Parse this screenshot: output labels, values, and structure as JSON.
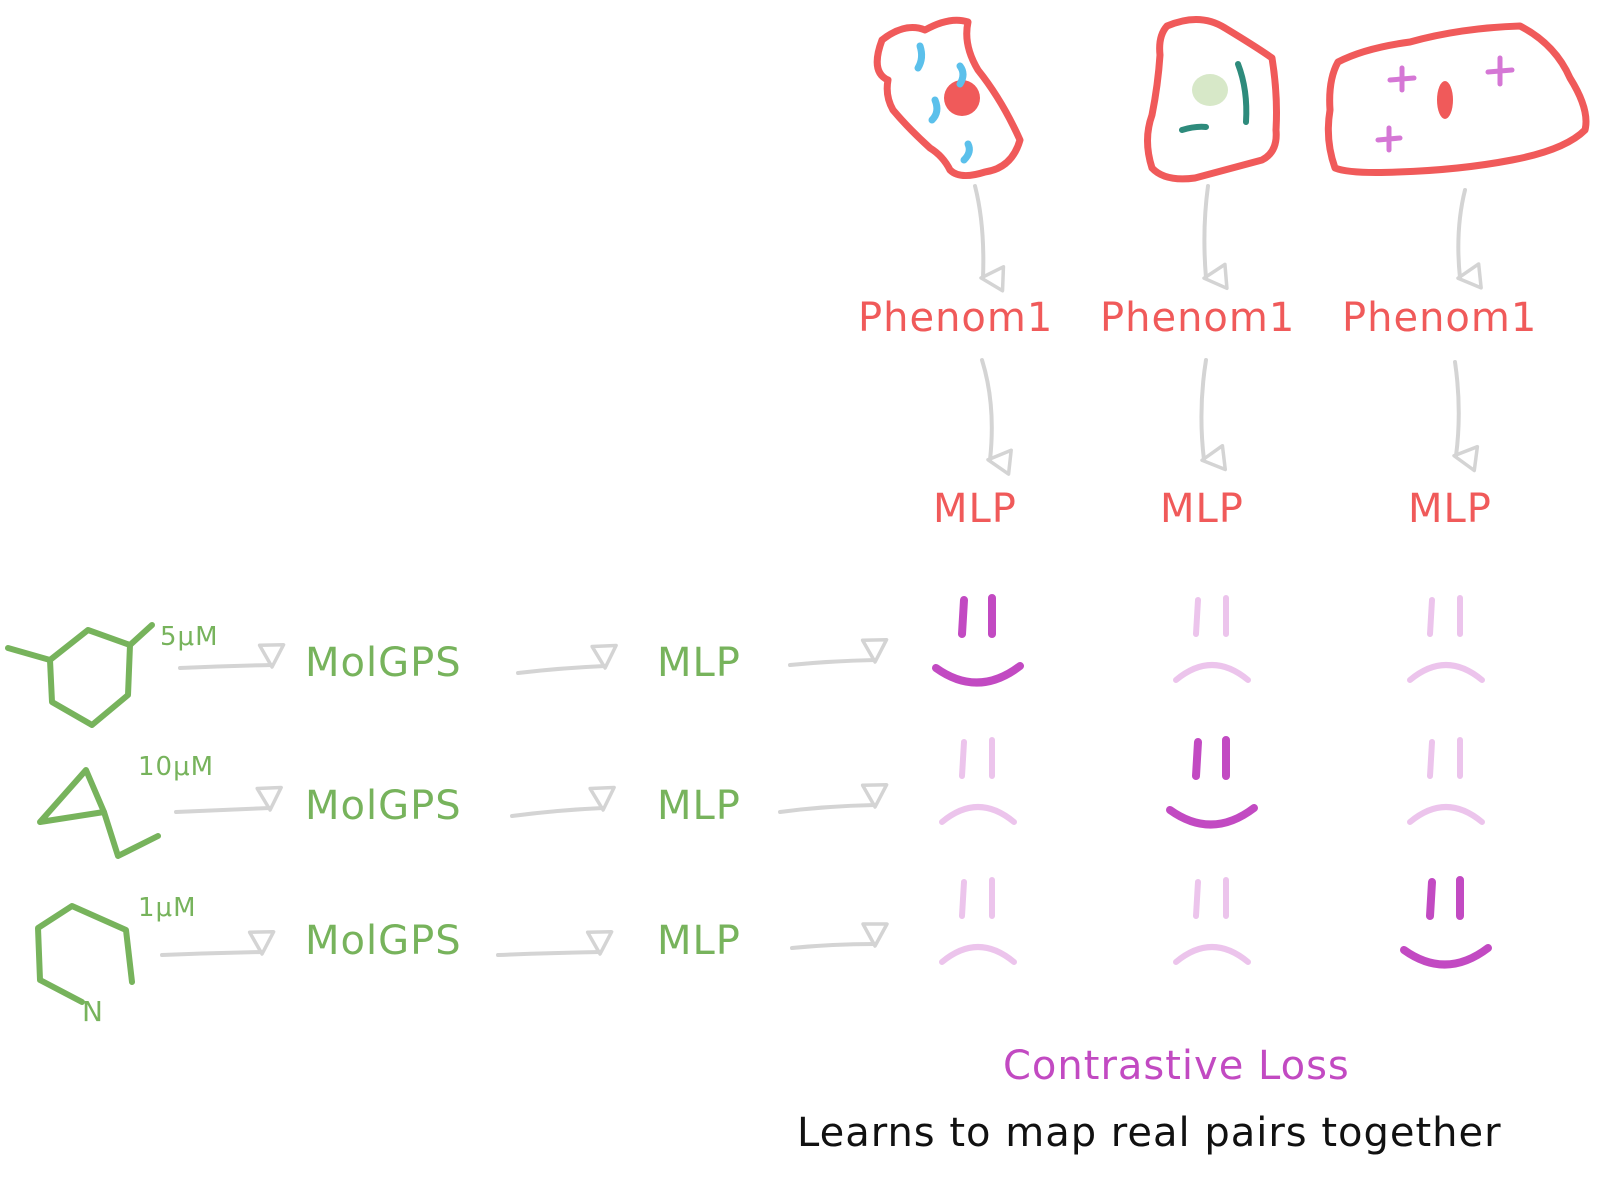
{
  "colors": {
    "cell_outline": "#f05a5a",
    "encoder_text": "#f05a5a",
    "molecule": "#77b35c",
    "arrow": "#d4d4d4",
    "face_match": "#c24ac2",
    "face_mismatch": "#ecc4ec",
    "caption": "#111111"
  },
  "phenomics": {
    "columns": [
      {
        "encoder": "Phenom1",
        "head": "MLP"
      },
      {
        "encoder": "Phenom1",
        "head": "MLP"
      },
      {
        "encoder": "Phenom1",
        "head": "MLP"
      }
    ]
  },
  "molecules": {
    "rows": [
      {
        "concentration": "5μM",
        "encoder": "MolGPS",
        "head": "MLP"
      },
      {
        "concentration": "10μM",
        "encoder": "MolGPS",
        "head": "MLP"
      },
      {
        "concentration": "1μM",
        "encoder": "MolGPS",
        "head": "MLP",
        "atom_label": "N"
      }
    ]
  },
  "similarity_grid": [
    [
      "happy",
      "sad",
      "sad"
    ],
    [
      "sad",
      "happy",
      "sad"
    ],
    [
      "sad",
      "sad",
      "happy"
    ]
  ],
  "caption": {
    "title": "Contrastive Loss",
    "subtitle": "Learns to map real pairs together"
  }
}
